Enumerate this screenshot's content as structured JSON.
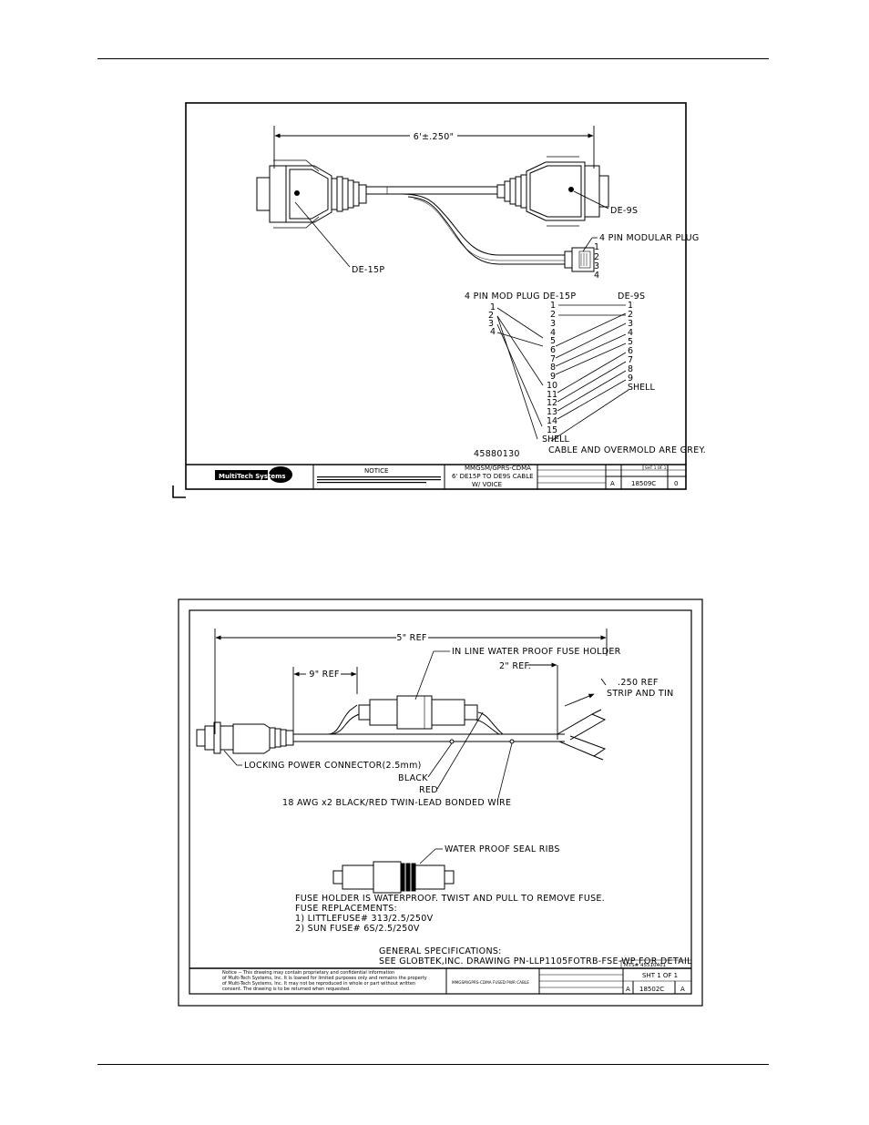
{
  "drawing1": {
    "dimension": "6'±.250\"",
    "de15p_label": "DE-15P",
    "de9s_label": "DE-9S",
    "modular_plug_label": "4 PIN MODULAR PLUG",
    "plug_pins": [
      "1",
      "2",
      "3",
      "4"
    ],
    "wiring": {
      "mod_plug_header": "4 PIN MOD PLUG",
      "de15p_header": "DE-15P",
      "de9s_header": "DE-9S",
      "mod_pins": [
        "1",
        "2",
        "3",
        "4"
      ],
      "de15p_pins": [
        "1",
        "2",
        "3",
        "4",
        "5",
        "6",
        "7",
        "8",
        "9",
        "10",
        "11",
        "12",
        "13",
        "14",
        "15",
        "SHELL"
      ],
      "de9s_pins": [
        "1",
        "2",
        "3",
        "4",
        "5",
        "6",
        "7",
        "8",
        "9",
        "SHELL"
      ]
    },
    "part_number": "45880130",
    "note": "CABLE AND OVERMOLD ARE GREY.",
    "title_block": {
      "logo": "MultiTech Systems",
      "notice_title": "NOTICE",
      "title_line1": "MMGSM/GPRS-CDMA",
      "title_line2": "6' DE15P TO DE9S CABLE",
      "title_line3": "W/ VOICE",
      "size": "A",
      "dwg_no": "18509C",
      "rev": "0",
      "sheet": "SHT 1 OF 1"
    }
  },
  "drawing2": {
    "dim_overall": "5\" REF",
    "dim_connector": "9\" REF",
    "dim_end": "2\" REF.",
    "dim_strip": ".250 REF",
    "strip_note": "STRIP AND TIN",
    "fuse_holder_label": "IN LINE WATER PROOF FUSE HOLDER",
    "connector_label": "LOCKING POWER CONNECTOR(2.5mm)",
    "black_label": "BLACK",
    "red_label": "RED",
    "wire_label": "18 AWG x2 BLACK/RED TWIN-LEAD BONDED WIRE",
    "seal_label": "WATER PROOF SEAL RIBS",
    "fuse_notes": [
      "FUSE HOLDER IS WATERPROOF. TWIST AND PULL TO REMOVE FUSE.",
      "FUSE REPLACEMENTS:",
      "1) LITTLEFUSE# 313/2.5/250V",
      "2) SUN FUSE# 6S/2.5/250V"
    ],
    "general_specs": [
      "GENERAL SPECIFICATIONS:",
      "SEE GLOBTEK,INC. DRAWING PN-LLP1105FOTRB-FSE-WP FOR DETAIL"
    ],
    "mts_no": "MTS# 45510401",
    "title_block": {
      "notice": [
        "Notice -- This drawing may contain proprietary and confidential information",
        "of Multi-Tech Systems, Inc. It is loaned for limited purposes only and remains the property",
        "of Multi-Tech Systems, Inc. It may not be reproduced in whole or part without written",
        "consent. The drawing is to be returned when requested."
      ],
      "title": "MMGSM/GPRS-CDMA FUSED PWR CABLE",
      "size": "A",
      "dwg_no": "18502C",
      "rev": "A",
      "sheet": "SHT 1 OF 1"
    }
  }
}
